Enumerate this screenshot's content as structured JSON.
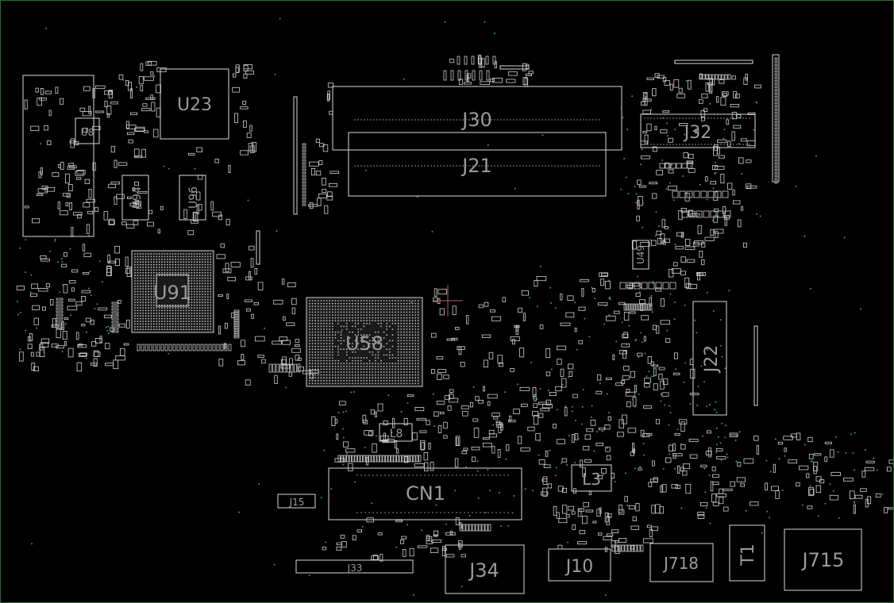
{
  "viewer": {
    "title": "",
    "colors": {
      "background": "#000000",
      "border": "#2f6b2f",
      "outline": "#d8d8d8",
      "label": "#9a9a9a",
      "via": "#2e9e7a",
      "cursor": "#b05a66"
    }
  },
  "components": {
    "u23": "U23",
    "u91": "U91",
    "u58": "U58",
    "u94": "U94",
    "u96": "U96",
    "u8": "U8",
    "u49": "U49",
    "j30": "J30",
    "j21": "J21",
    "j32": "J32",
    "j22": "J22",
    "cn1": "CN1",
    "l8": "L8",
    "l3": "L3",
    "j15": "J15",
    "j33": "J33",
    "j34": "J34",
    "j10": "J10",
    "j718": "J718",
    "t1": "T1",
    "j715": "J715"
  }
}
